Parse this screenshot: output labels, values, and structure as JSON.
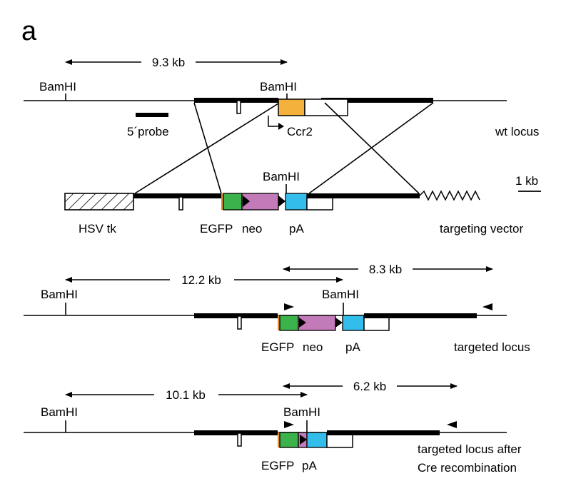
{
  "panel_label": "a",
  "colors": {
    "ccr2": "#f4b23c",
    "egfp": "#3bb34a",
    "neo": "#c27ab8",
    "pa": "#33bdea",
    "lox": "#e98c2b",
    "line": "#000000"
  },
  "wt": {
    "distance": "9.3 kb",
    "bamhi_left": "BamHI",
    "bamhi_right": "BamHI",
    "probe": "5´probe",
    "gene": "Ccr2",
    "name": "wt locus"
  },
  "scale": "1 kb",
  "vector": {
    "bamhi": "BamHI",
    "hsv_tk": "HSV tk",
    "egfp": "EGFP",
    "neo": "neo",
    "pa": "pA",
    "name": "targeting vector"
  },
  "targeted": {
    "distance_long": "12.2 kb",
    "distance_short": "8.3 kb",
    "bamhi_left": "BamHI",
    "bamhi_mid": "BamHI",
    "egfp": "EGFP",
    "neo": "neo",
    "pa": "pA",
    "name": "targeted locus"
  },
  "cre": {
    "distance_long": "10.1 kb",
    "distance_short": "6.2 kb",
    "bamhi_left": "BamHI",
    "bamhi_mid": "BamHI",
    "egfp": "EGFP",
    "pa": "pA",
    "name_line1": "targeted locus after",
    "name_line2": "Cre recombination"
  }
}
